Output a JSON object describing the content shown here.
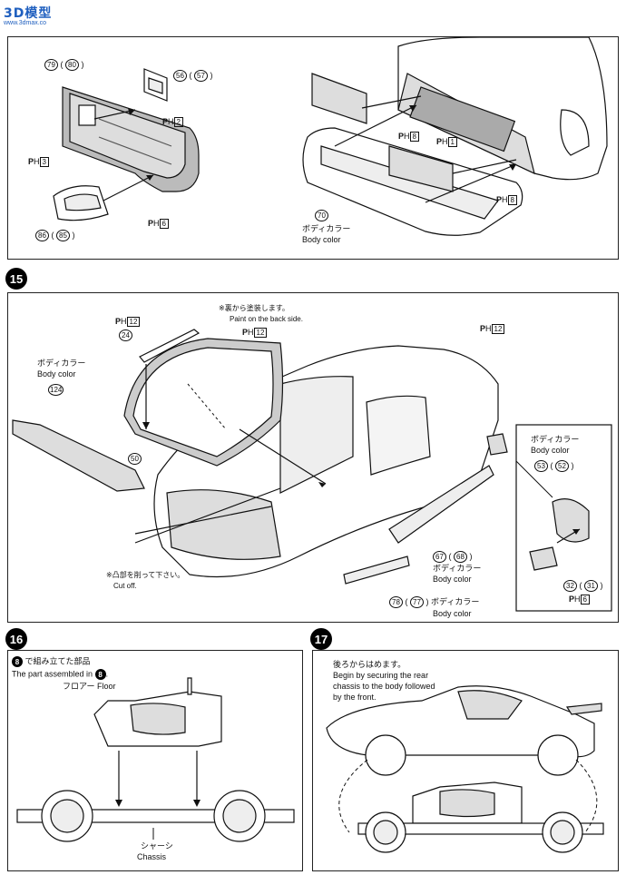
{
  "watermark": {
    "text": "3D模型",
    "url": "www.3dmax.co"
  },
  "step14": {
    "parts": {
      "p79": "79",
      "p80": "80",
      "p56": "56",
      "p57": "57",
      "p86": "86",
      "p85": "85",
      "p70": "70"
    },
    "ph_labels": {
      "a": "2",
      "b": "3",
      "c": "6",
      "d": "8",
      "e": "1",
      "f": "8"
    },
    "body_color_jp": "ボディカラー",
    "body_color_en": "Body color"
  },
  "step15": {
    "badge": "15",
    "back_note_jp": "※裏から塗装します。",
    "back_note_en": "Paint on the back side.",
    "ph_labels": {
      "a": "12",
      "b": "12",
      "c": "12",
      "d": "6"
    },
    "part24": "24",
    "part50": "50",
    "part124": "124",
    "part67": "67",
    "part68": "68",
    "part78": "78",
    "part77": "77",
    "part53": "53",
    "part52": "52",
    "part32": "32",
    "part31": "31",
    "body_color_jp": "ボディカラー",
    "body_color_en": "Body color",
    "cut_note_jp": "※凸部を削って下さい。",
    "cut_note_en": "Cut off."
  },
  "step16": {
    "badge": "16",
    "ref_num": "8",
    "assembled_jp": "で組み立てた部品",
    "assembled_en": "The part assembled in",
    "floor_jp": "フロアー",
    "floor_en": "Floor",
    "chassis_jp": "シャーシ",
    "chassis_en": "Chassis"
  },
  "step17": {
    "badge": "17",
    "note_jp": "後ろからはめます。",
    "note_en1": "Begin by securing the rear",
    "note_en2": "chassis to the body followed",
    "note_en3": "by the front."
  }
}
